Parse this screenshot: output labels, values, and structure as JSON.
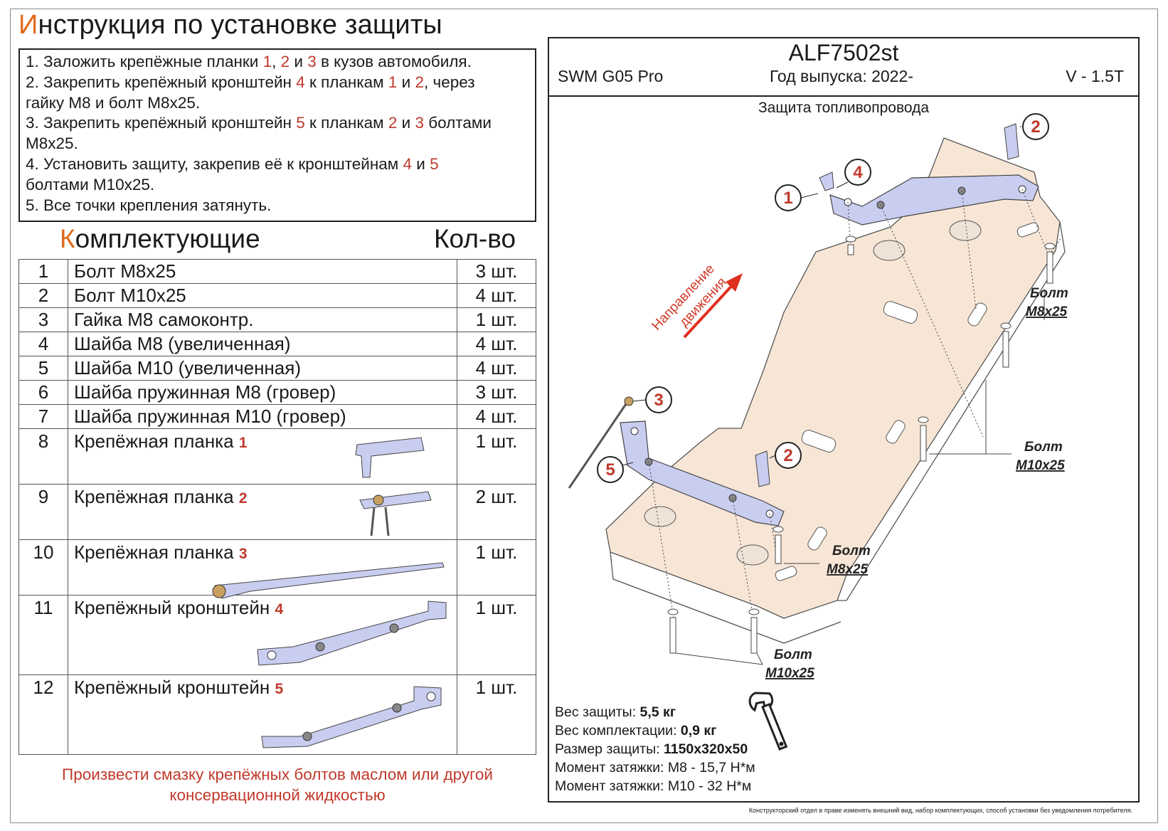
{
  "title": {
    "first": "И",
    "rest": "нструкция по установке защиты"
  },
  "instructions": {
    "l1": {
      "a": "1. Заложить крепёжные планки ",
      "n1": "1",
      "b": ", ",
      "n2": "2",
      "c": " и ",
      "n3": "3",
      "d": " в кузов автомобиля."
    },
    "l2": {
      "a": "2. Закрепить крепёжный кронштейн ",
      "n1": "4",
      "b": " к планкам ",
      "n2": "1",
      "c": " и ",
      "n3": "2",
      "d": ", через"
    },
    "l3": "гайку М8 и болт М8х25.",
    "l4": {
      "a": "3. Закрепить крепёжный кронштейн ",
      "n1": "5",
      "b": " к планкам ",
      "n2": "2",
      "c": " и ",
      "n3": "3",
      "d": " болтами"
    },
    "l5": "М8х25.",
    "l6": {
      "a": "4. Установить защиту, закрепив её к кронштейнам ",
      "n1": "4",
      "b": " и ",
      "n2": "5"
    },
    "l7": "болтами М10х25.",
    "l8": "5. Все точки крепления затянуть."
  },
  "components": {
    "heading_first": "К",
    "heading_rest": "омплектующие",
    "qty_heading": "Кол-во",
    "rows": [
      {
        "num": "1",
        "name": "Болт М8х25",
        "tag": "",
        "qty": "3 шт."
      },
      {
        "num": "2",
        "name": "Болт М10х25",
        "tag": "",
        "qty": "4 шт."
      },
      {
        "num": "3",
        "name": "Гайка М8 самоконтр.",
        "tag": "",
        "qty": "1 шт."
      },
      {
        "num": "4",
        "name": "Шайба М8 (увеличенная)",
        "tag": "",
        "qty": "4 шт."
      },
      {
        "num": "5",
        "name": "Шайба М10 (увеличенная)",
        "tag": "",
        "qty": "4 шт."
      },
      {
        "num": "6",
        "name": "Шайба пружинная М8 (гровер)",
        "tag": "",
        "qty": "3 шт."
      },
      {
        "num": "7",
        "name": "Шайба пружинная М10 (гровер)",
        "tag": "",
        "qty": "4 шт."
      },
      {
        "num": "8",
        "name": "Крепёжная планка ",
        "tag": "1",
        "qty": "1 шт."
      },
      {
        "num": "9",
        "name": "Крепёжная планка ",
        "tag": "2",
        "qty": "2 шт."
      },
      {
        "num": "10",
        "name": "Крепёжная планка ",
        "tag": "3",
        "qty": "1 шт."
      },
      {
        "num": "11",
        "name": "Крепёжный кронштейн ",
        "tag": "4",
        "qty": "1 шт."
      },
      {
        "num": "12",
        "name": "Крепёжный кронштейн ",
        "tag": "5",
        "qty": "1 шт."
      }
    ]
  },
  "note": {
    "l1": "Произвести смазку крепёжных болтов маслом или другой",
    "l2": "консервационной жидкостью"
  },
  "header": {
    "code": "ALF7502st",
    "model": "SWM G05 Pro",
    "year": "Год выпуска: 2022-",
    "engine": "V - 1.5T"
  },
  "subtitle": "Защита топливопровода",
  "drawing": {
    "direction": {
      "l1": "Направление",
      "l2": "движения"
    },
    "callouts": [
      "1",
      "2",
      "3",
      "4",
      "5",
      "2"
    ],
    "bolt_labels": [
      {
        "l1": "Болт",
        "l2": "М8х25"
      },
      {
        "l1": "Болт",
        "l2": "М10х25"
      },
      {
        "l1": "Болт",
        "l2": "М8х25"
      },
      {
        "l1": "Болт",
        "l2": "М10х25"
      }
    ]
  },
  "specs": {
    "weight_label": "Вес защиты: ",
    "weight": "5,5 кг",
    "kit_label": "Вес комплектации: ",
    "kit": "0,9 кг",
    "size_label": "Размер защиты: ",
    "size": "1150х320х50",
    "torque8": "Момент затяжки: М8 - 15,7 Н*м",
    "torque10": "Момент затяжки: М10 - 32 Н*м"
  },
  "disclaimer": "Конструкторский отдел в праве изменять внешний вид, набор комплектующих, способ установки без уведомления потребителя.",
  "colors": {
    "accent": "#e06a1c",
    "tag_red": "#c0392b",
    "plate": "#f7e6d6",
    "bracket": "#c9cdf0"
  }
}
